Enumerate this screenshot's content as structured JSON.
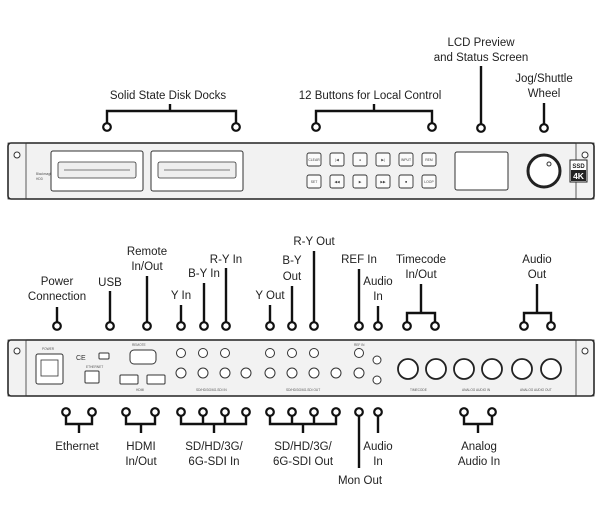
{
  "front_panel": {
    "labels": {
      "ssd_docks": "Solid State Disk Docks",
      "buttons": "12 Buttons for Local Control",
      "lcd_line1": "LCD Preview",
      "lcd_line2": "and Status Screen",
      "jog_line1": "Jog/Shuttle",
      "jog_line2": "Wheel"
    },
    "brand_text": "Blackmagicdesign",
    "model_text": "HDD",
    "badge_top": "SSD",
    "badge_bottom": "4K",
    "buttons_row1": [
      "CLEAR",
      "|◀",
      "●",
      "▶|",
      "INPUT",
      "REM"
    ],
    "buttons_row2": [
      "SET",
      "◀◀",
      "▶",
      "▶▶",
      "■",
      "LOOP"
    ]
  },
  "rear_panel": {
    "labels_top": {
      "power_line1": "Power",
      "power_line2": "Connection",
      "usb": "USB",
      "remote_line1": "Remote",
      "remote_line2": "In/Out",
      "y_in": "Y In",
      "by_in": "B-Y In",
      "ry_in": "R-Y In",
      "y_out": "Y Out",
      "by_out_line1": "B-Y",
      "by_out_line2": "Out",
      "ry_out": "R-Y Out",
      "ref_in": "REF In",
      "audio_in_top_line1": "Audio",
      "audio_in_top_line2": "In",
      "timecode_line1": "Timecode",
      "timecode_line2": "In/Out",
      "audio_out_line1": "Audio",
      "audio_out_line2": "Out"
    },
    "labels_bottom": {
      "ethernet": "Ethernet",
      "hdmi_line1": "HDMI",
      "hdmi_line2": "In/Out",
      "sdi_in_line1": "SD/HD/3G/",
      "sdi_in_line2": "6G-SDI In",
      "sdi_out_line1": "SD/HD/3G/",
      "sdi_out_line2": "6G-SDI Out",
      "audio_in_bottom_line1": "Audio",
      "audio_in_bottom_line2": "In",
      "mon_out": "Mon Out",
      "analog_line1": "Analog",
      "analog_line2": "Audio In"
    },
    "panel_text": {
      "power": "POWER",
      "remote": "REMOTE",
      "ethernet": "ETHERNET",
      "hdmi": "HDMI",
      "sdi_in": "SD/HD/3G/6G-SDI IN",
      "sdi_out": "SD/HD/3G/6G-SDI OUT",
      "ref": "REF IN",
      "timecode": "TIMECODE",
      "analog_in": "ANALOG AUDIO IN",
      "analog_out": "ANALOG AUDIO OUT"
    }
  }
}
